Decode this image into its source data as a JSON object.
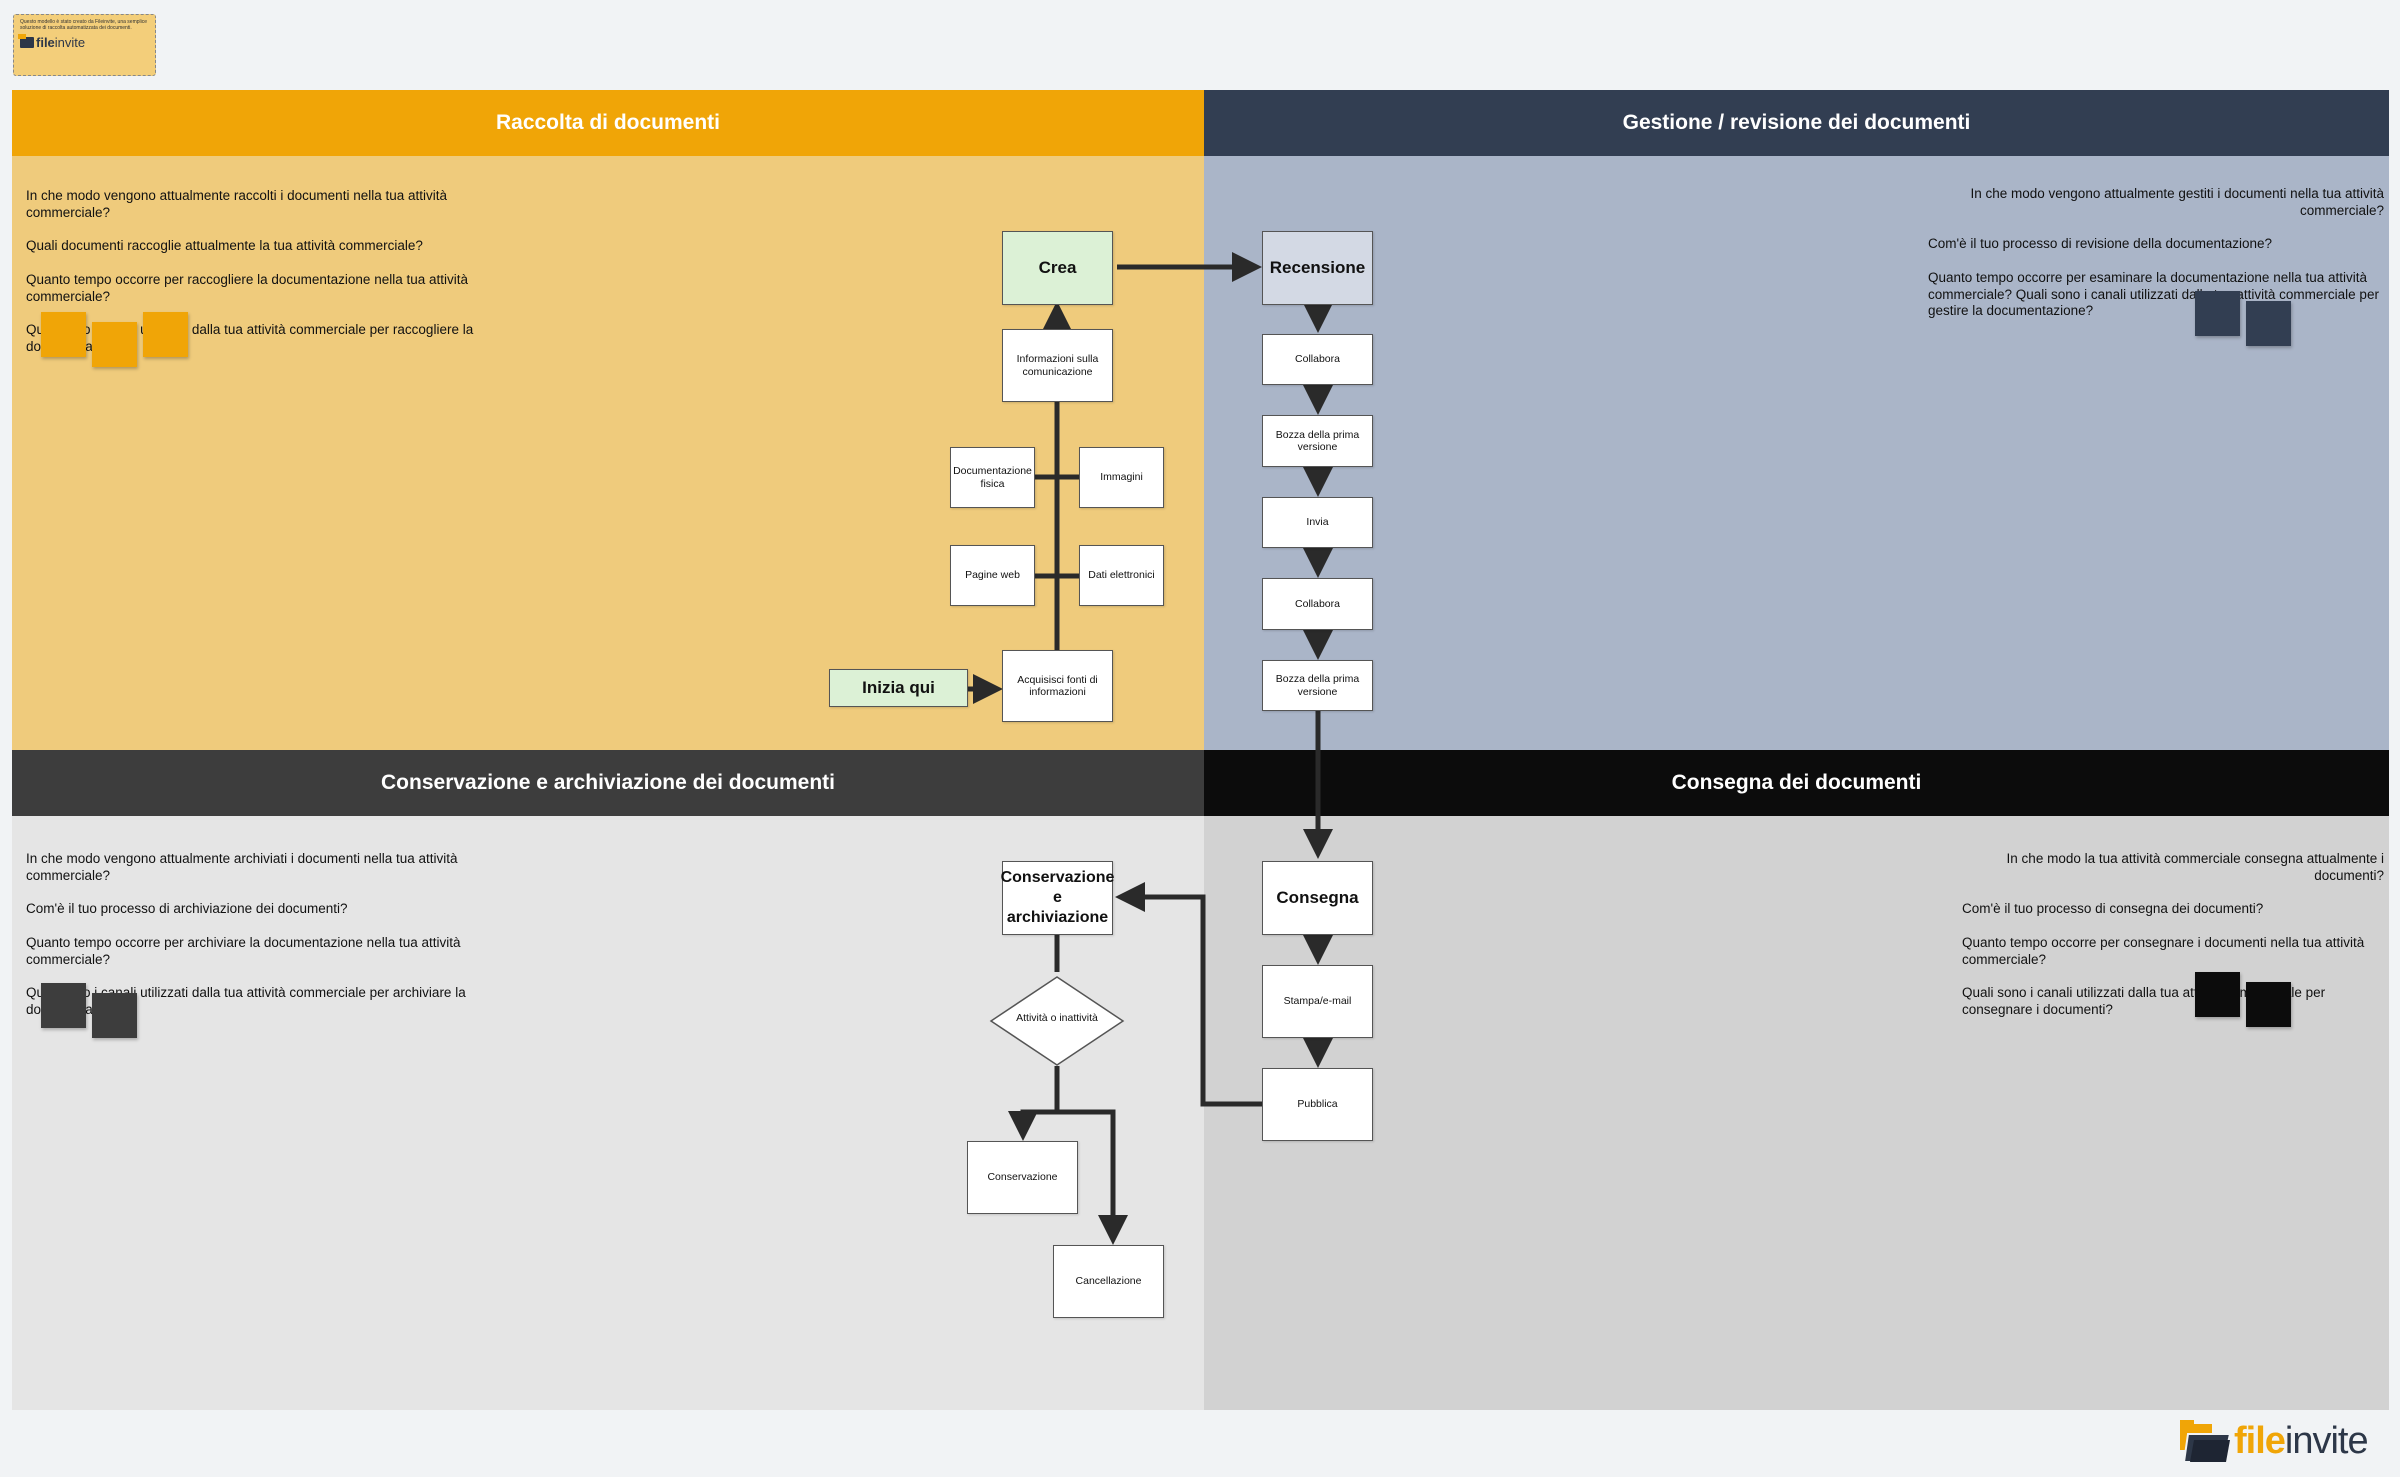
{
  "template_badge": {
    "note": "Questo modello è stato creato da Fileinvite, una semplice soluzione di raccolta automatizzata dei documenti.",
    "logo_prefix": "file",
    "logo_suffix": "invite"
  },
  "quadrants": {
    "collection": {
      "title": "Raccolta di documenti",
      "color": "#f0a507",
      "bg": "#efcb7c",
      "questions": [
        "In che modo vengono attualmente raccolti i documenti nella tua attività commerciale?",
        "Quali documenti raccoglie attualmente la tua attività commerciale?",
        "Quanto tempo occorre per raccogliere la documentazione nella tua attività commerciale?",
        "Quali sono i canali utilizzati dalla tua attività commerciale per raccogliere la documentazione?"
      ]
    },
    "review": {
      "title": "Gestione / revisione dei documenti",
      "color": "#323e52",
      "bg": "#aab5c8",
      "questions": [
        "In che modo vengono attualmente gestiti i documenti nella tua attività commerciale?",
        "Com'è il tuo processo di revisione della documentazione?",
        "Quanto tempo occorre per esaminare la documentazione nella tua attività commerciale? Quali sono i canali utilizzati dalla tua attività commerciale per gestire la documentazione?"
      ]
    },
    "archive": {
      "title": "Conservazione e archiviazione dei documenti",
      "color": "#3d3d3d",
      "bg": "#e5e5e5",
      "questions": [
        "In che modo vengono attualmente archiviati i documenti nella tua attività commerciale?",
        "Com'è il tuo processo di archiviazione dei documenti?",
        "Quanto tempo occorre per archiviare la documentazione nella tua attività commerciale?",
        "Quali sono i canali utilizzati dalla tua attività commerciale per archiviare la documentazione?"
      ]
    },
    "delivery": {
      "title": "Consegna dei documenti",
      "color": "#0c0c0c",
      "bg": "#d2d2d2",
      "questions": [
        "In che modo la tua attività commerciale consegna attualmente i documenti?",
        "Com'è il tuo processo di consegna dei documenti?",
        "Quanto tempo occorre per consegnare i documenti nella tua attività commerciale?",
        "Quali sono i canali utilizzati dalla tua attività commerciale per consegnare i documenti?"
      ]
    }
  },
  "nodes": {
    "crea": "Crea",
    "info_comunicazione": "Informazioni sulla comunicazione",
    "documentazione_fisica": "Documentazione fisica",
    "immagini": "Immagini",
    "pagine_web": "Pagine web",
    "dati_elettronici": "Dati elettronici",
    "acquisisci": "Acquisisci fonti di informazioni",
    "inizia_qui": "Inizia qui",
    "recensione": "Recensione",
    "collabora_1": "Collabora",
    "bozza_1": "Bozza della prima versione",
    "invia": "Invia",
    "collabora_2": "Collabora",
    "bozza_2": "Bozza della prima versione",
    "consegna": "Consegna",
    "stampa_email": "Stampa/e-mail",
    "pubblica": "Pubblica",
    "conservazione_archiviazione": "Conservazione e archiviazione",
    "attivita_inattivita": "Attività o inattività",
    "conservazione": "Conservazione",
    "cancellazione": "Cancellazione"
  },
  "footer_logo": {
    "prefix": "file",
    "suffix": "invite",
    "accent": "#f0a507",
    "dark": "#2d3748"
  }
}
